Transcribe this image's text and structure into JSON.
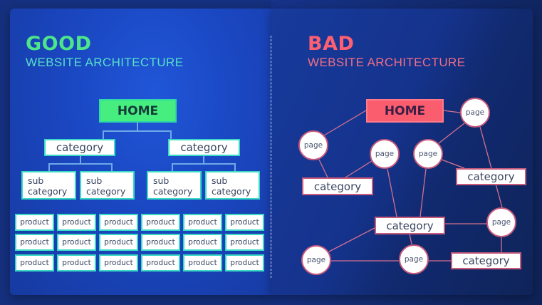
{
  "colors": {
    "good_accent": "#4de58a",
    "good_subtitle": "#55e0c8",
    "bad_accent": "#ff5f72",
    "bad_subtitle": "#f06e86",
    "good_connector": "#6fa9e6",
    "bad_connector": "#d4708f",
    "panel_left_bg": "#1a46c0",
    "panel_right_bg": "#112a70"
  },
  "good": {
    "title": "GOOD",
    "subtitle": "WEBSITE ARCHITECTURE",
    "home": "HOME",
    "categories": [
      {
        "label": "category",
        "subcategories": [
          {
            "line1": "sub",
            "line2": "category"
          },
          {
            "line1": "sub",
            "line2": "category"
          }
        ]
      },
      {
        "label": "category",
        "subcategories": [
          {
            "line1": "sub",
            "line2": "category"
          },
          {
            "line1": "sub",
            "line2": "category"
          }
        ]
      }
    ],
    "products": [
      [
        "product",
        "product",
        "product",
        "product",
        "product",
        "product"
      ],
      [
        "product",
        "product",
        "product",
        "product",
        "product",
        "product"
      ],
      [
        "product",
        "product",
        "product",
        "product",
        "product",
        "product"
      ]
    ]
  },
  "bad": {
    "title": "BAD",
    "subtitle": "WEBSITE ARCHITECTURE",
    "home": "HOME",
    "nodes": [
      {
        "id": "page_top_right",
        "type": "page",
        "label": "page"
      },
      {
        "id": "page_left",
        "type": "page",
        "label": "page"
      },
      {
        "id": "page_mid_a",
        "type": "page",
        "label": "page"
      },
      {
        "id": "page_mid_b",
        "type": "page",
        "label": "page"
      },
      {
        "id": "category_left",
        "type": "category",
        "label": "category"
      },
      {
        "id": "category_right",
        "type": "category",
        "label": "category"
      },
      {
        "id": "category_center",
        "type": "category",
        "label": "category"
      },
      {
        "id": "page_right",
        "type": "page",
        "label": "page"
      },
      {
        "id": "page_bottom_left",
        "type": "page",
        "label": "page"
      },
      {
        "id": "page_bottom_mid",
        "type": "page",
        "label": "page"
      },
      {
        "id": "category_bottom_right",
        "type": "category",
        "label": "category"
      }
    ]
  }
}
